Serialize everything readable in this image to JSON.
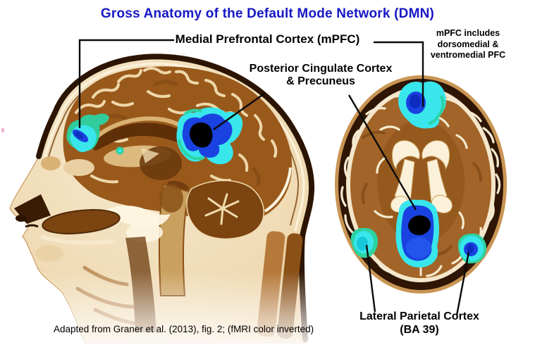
{
  "title": "Gross Anatomy of the Default Mode Network (DMN)",
  "labels": {
    "medial_prefrontal": "Medial Prefrontal Cortex (mPFC)",
    "posterior_cingulate": [
      "Posterior Cingulate Cortex",
      "& Precuneus"
    ],
    "mpfc_note": [
      "mPFC includes",
      "dorsomedial &",
      "ventromedial PFC"
    ],
    "lateral_parietal": [
      "Lateral Parietal Cortex",
      "(BA 39)"
    ]
  },
  "caption": "Adapted from Graner et al. (2013), fig. 2; (fMRI color inverted)",
  "figure": {
    "left_view": "sagittal-mri-slice",
    "right_view": "axial-mri-slice",
    "highlighted_regions": [
      {
        "region": "Medial Prefrontal Cortex (mPFC)",
        "views": "sagittal, axial"
      },
      {
        "region": "Posterior Cingulate Cortex & Precuneus",
        "views": "sagittal, axial"
      },
      {
        "region": "Lateral Parietal Cortex (BA 39)",
        "views": "axial"
      }
    ]
  },
  "colors": {
    "title_text": "#1717c4",
    "label_text": "#000000",
    "annotation_line": "#0a0a0a",
    "background": "#ffffff",
    "highlight_cyan": "#38e6ec",
    "highlight_teal": "#2bd3a2",
    "highlight_blue": "#1a42e0",
    "highlight_core": "#000000",
    "mri_dark_brown": "#2e1504",
    "mri_mid_brown": "#9a5a1a",
    "mri_light_tan": "#e9cfa0"
  }
}
